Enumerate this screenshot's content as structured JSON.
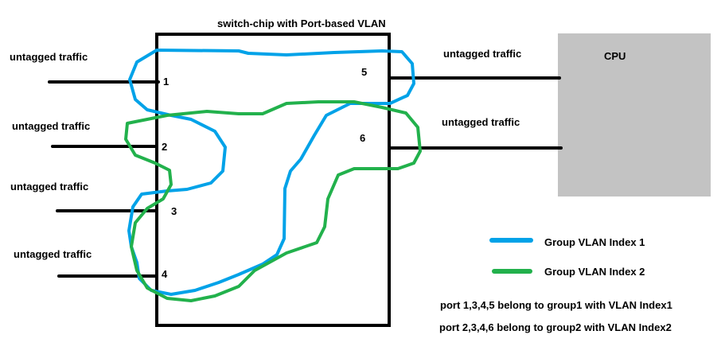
{
  "title": "switch-chip with Port-based VLAN",
  "cpu_label": "CPU",
  "colors": {
    "group1": "#00a2e8",
    "group2": "#22b14c",
    "cpu_fill": "#c3c3c3",
    "line": "#000000"
  },
  "left_ports": [
    {
      "port": "1",
      "traffic_label": "untagged traffic"
    },
    {
      "port": "2",
      "traffic_label": "untagged traffic"
    },
    {
      "port": "3",
      "traffic_label": "untagged traffic"
    },
    {
      "port": "4",
      "traffic_label": "untagged traffic"
    }
  ],
  "right_ports": [
    {
      "port": "5",
      "traffic_label": "untagged traffic"
    },
    {
      "port": "6",
      "traffic_label": "untagged traffic"
    }
  ],
  "legend": [
    {
      "label": "Group VLAN Index 1",
      "color": "#00a2e8"
    },
    {
      "label": "Group VLAN Index 2",
      "color": "#22b14c"
    }
  ],
  "notes": [
    "port 1,3,4,5 belong to group1 with VLAN Index1",
    "port 2,3,4,6 belong to group2 with VLAN Index2"
  ]
}
